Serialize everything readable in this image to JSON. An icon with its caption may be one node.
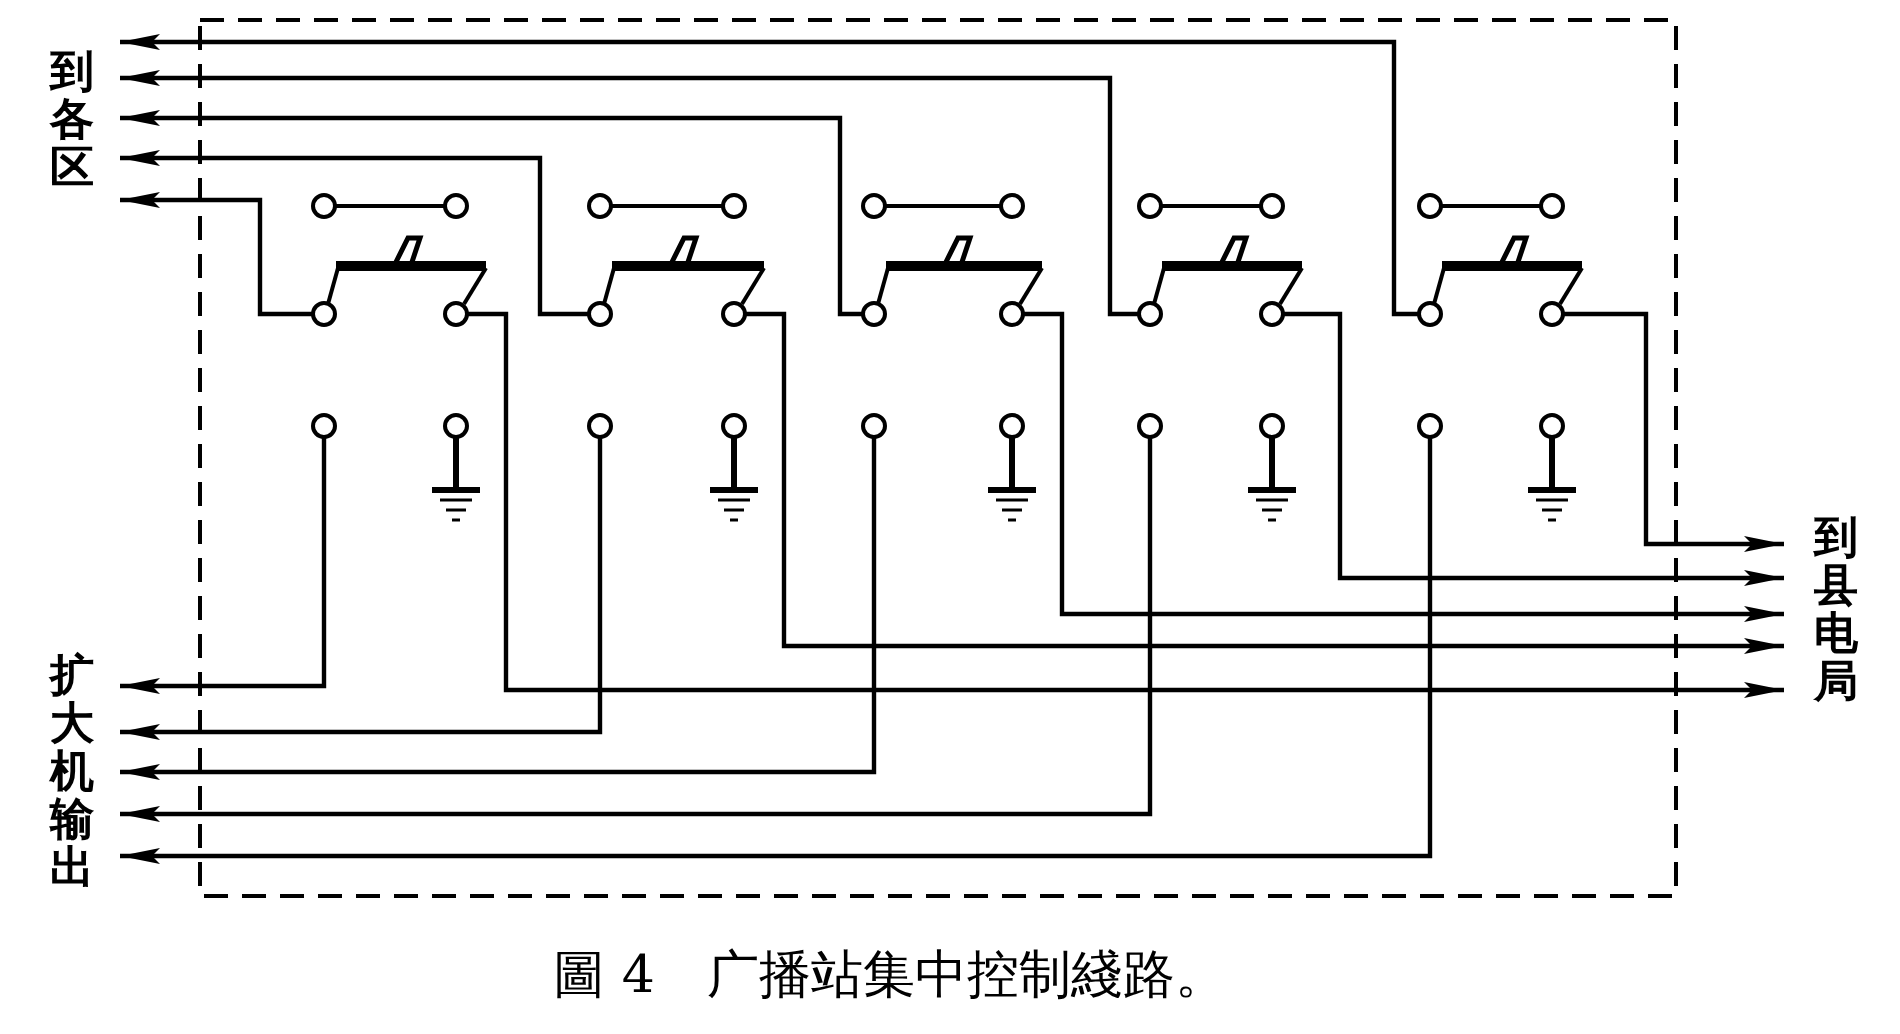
{
  "diagram": {
    "caption": "圖 4　广播站集中控制綫路。",
    "nodes": [
      {
        "text": [
          "到各区"
        ]
      },
      {
        "text": [
          "到县电局"
        ]
      },
      {
        "text": [
          "扩大机输出"
        ]
      }
    ],
    "edges": [
      {
        "from": null,
        "to": 0,
        "arrow": "to"
      },
      {
        "from": null,
        "to": 0,
        "arrow": "to"
      },
      {
        "from": null,
        "to": 0,
        "arrow": "to"
      },
      {
        "from": null,
        "to": 0,
        "arrow": "to"
      },
      {
        "from": null,
        "to": 0,
        "arrow": "to"
      },
      {
        "from": null,
        "to": 1,
        "arrow": "to"
      },
      {
        "from": null,
        "to": 1,
        "arrow": "to"
      },
      {
        "from": null,
        "to": 1,
        "arrow": "to"
      },
      {
        "from": null,
        "to": 1,
        "arrow": "to"
      },
      {
        "from": null,
        "to": 1,
        "arrow": "to"
      },
      {
        "from": null,
        "to": 2,
        "arrow": "to"
      },
      {
        "from": null,
        "to": 2,
        "arrow": "to"
      },
      {
        "from": null,
        "to": 2,
        "arrow": "to"
      },
      {
        "from": null,
        "to": 2,
        "arrow": "to"
      },
      {
        "from": null,
        "to": 2,
        "arrow": "to"
      }
    ]
  }
}
